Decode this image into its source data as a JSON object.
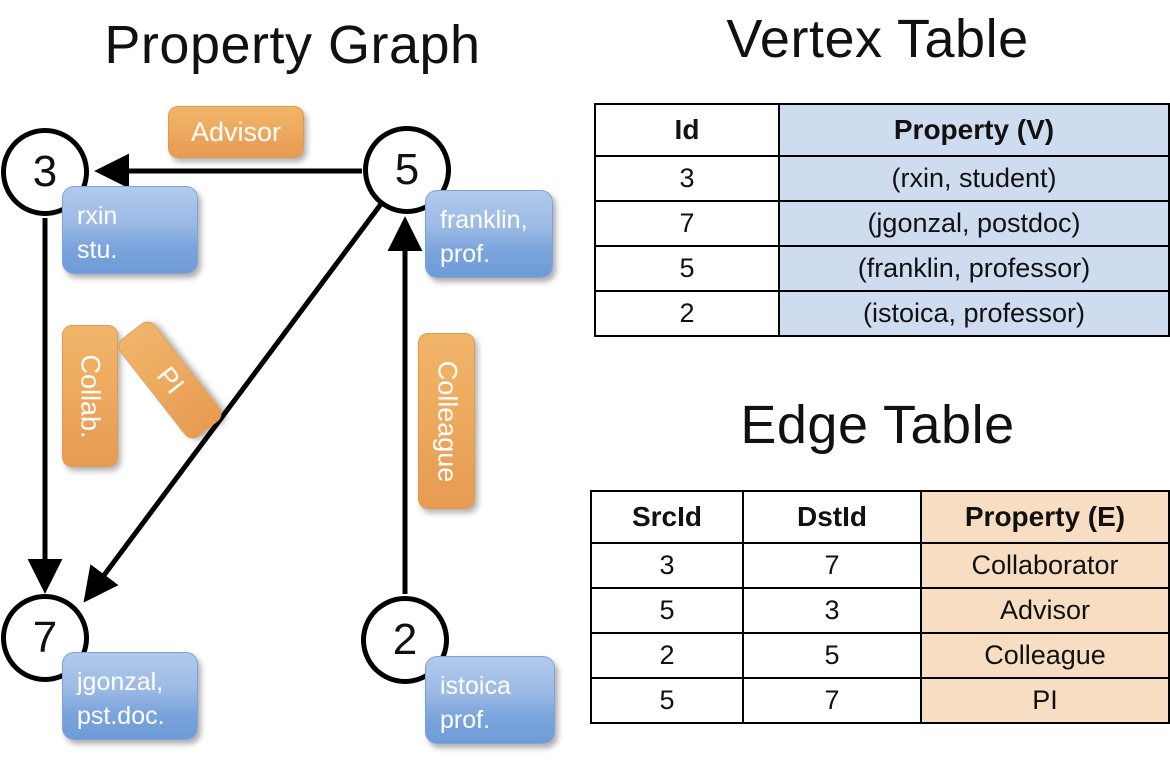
{
  "titles": {
    "property_graph": "Property Graph",
    "vertex_table": "Vertex Table",
    "edge_table": "Edge Table"
  },
  "colors": {
    "vertex_property_fill": "#cfdcef",
    "edge_property_fill": "#f7ddc2",
    "node_box_blue": "#7ba4dc",
    "edge_label_orange": "#eeab5f",
    "background": "#ffffff",
    "stroke": "#000000"
  },
  "graph": {
    "nodes": [
      {
        "id": "3",
        "property_line1": "rxin",
        "property_line2": "stu."
      },
      {
        "id": "5",
        "property_line1": "franklin,",
        "property_line2": "prof."
      },
      {
        "id": "7",
        "property_line1": "jgonzal,",
        "property_line2": "pst.doc."
      },
      {
        "id": "2",
        "property_line1": "istoica",
        "property_line2": "prof."
      }
    ],
    "edge_labels": [
      {
        "key": "advisor",
        "text": "Advisor",
        "from": "5",
        "to": "3",
        "orientation": "horizontal"
      },
      {
        "key": "collab",
        "text": "Collab.",
        "from": "3",
        "to": "7",
        "orientation": "vertical"
      },
      {
        "key": "pi",
        "text": "PI",
        "from": "5",
        "to": "7",
        "orientation": "diagonal"
      },
      {
        "key": "colleague",
        "text": "Colleague",
        "from": "2",
        "to": "5",
        "orientation": "vertical"
      }
    ]
  },
  "vertex_table": {
    "headers": [
      "Id",
      "Property (V)"
    ],
    "rows": [
      {
        "id": "3",
        "property": "(rxin, student)"
      },
      {
        "id": "7",
        "property": "(jgonzal, postdoc)"
      },
      {
        "id": "5",
        "property": "(franklin, professor)"
      },
      {
        "id": "2",
        "property": "(istoica, professor)"
      }
    ]
  },
  "edge_table": {
    "headers": [
      "SrcId",
      "DstId",
      "Property (E)"
    ],
    "rows": [
      {
        "src": "3",
        "dst": "7",
        "property": "Collaborator"
      },
      {
        "src": "5",
        "dst": "3",
        "property": "Advisor"
      },
      {
        "src": "2",
        "dst": "5",
        "property": "Colleague"
      },
      {
        "src": "5",
        "dst": "7",
        "property": "PI"
      }
    ]
  },
  "chart_data": {
    "type": "diagram",
    "title": "Property Graph",
    "nodes": [
      {
        "id": "3",
        "label": "(rxin, student)"
      },
      {
        "id": "7",
        "label": "(jgonzal, postdoc)"
      },
      {
        "id": "5",
        "label": "(franklin, professor)"
      },
      {
        "id": "2",
        "label": "(istoica, professor)"
      }
    ],
    "edges": [
      {
        "src": "3",
        "dst": "7",
        "label": "Collaborator"
      },
      {
        "src": "5",
        "dst": "3",
        "label": "Advisor"
      },
      {
        "src": "2",
        "dst": "5",
        "label": "Colleague"
      },
      {
        "src": "5",
        "dst": "7",
        "label": "PI"
      }
    ]
  }
}
